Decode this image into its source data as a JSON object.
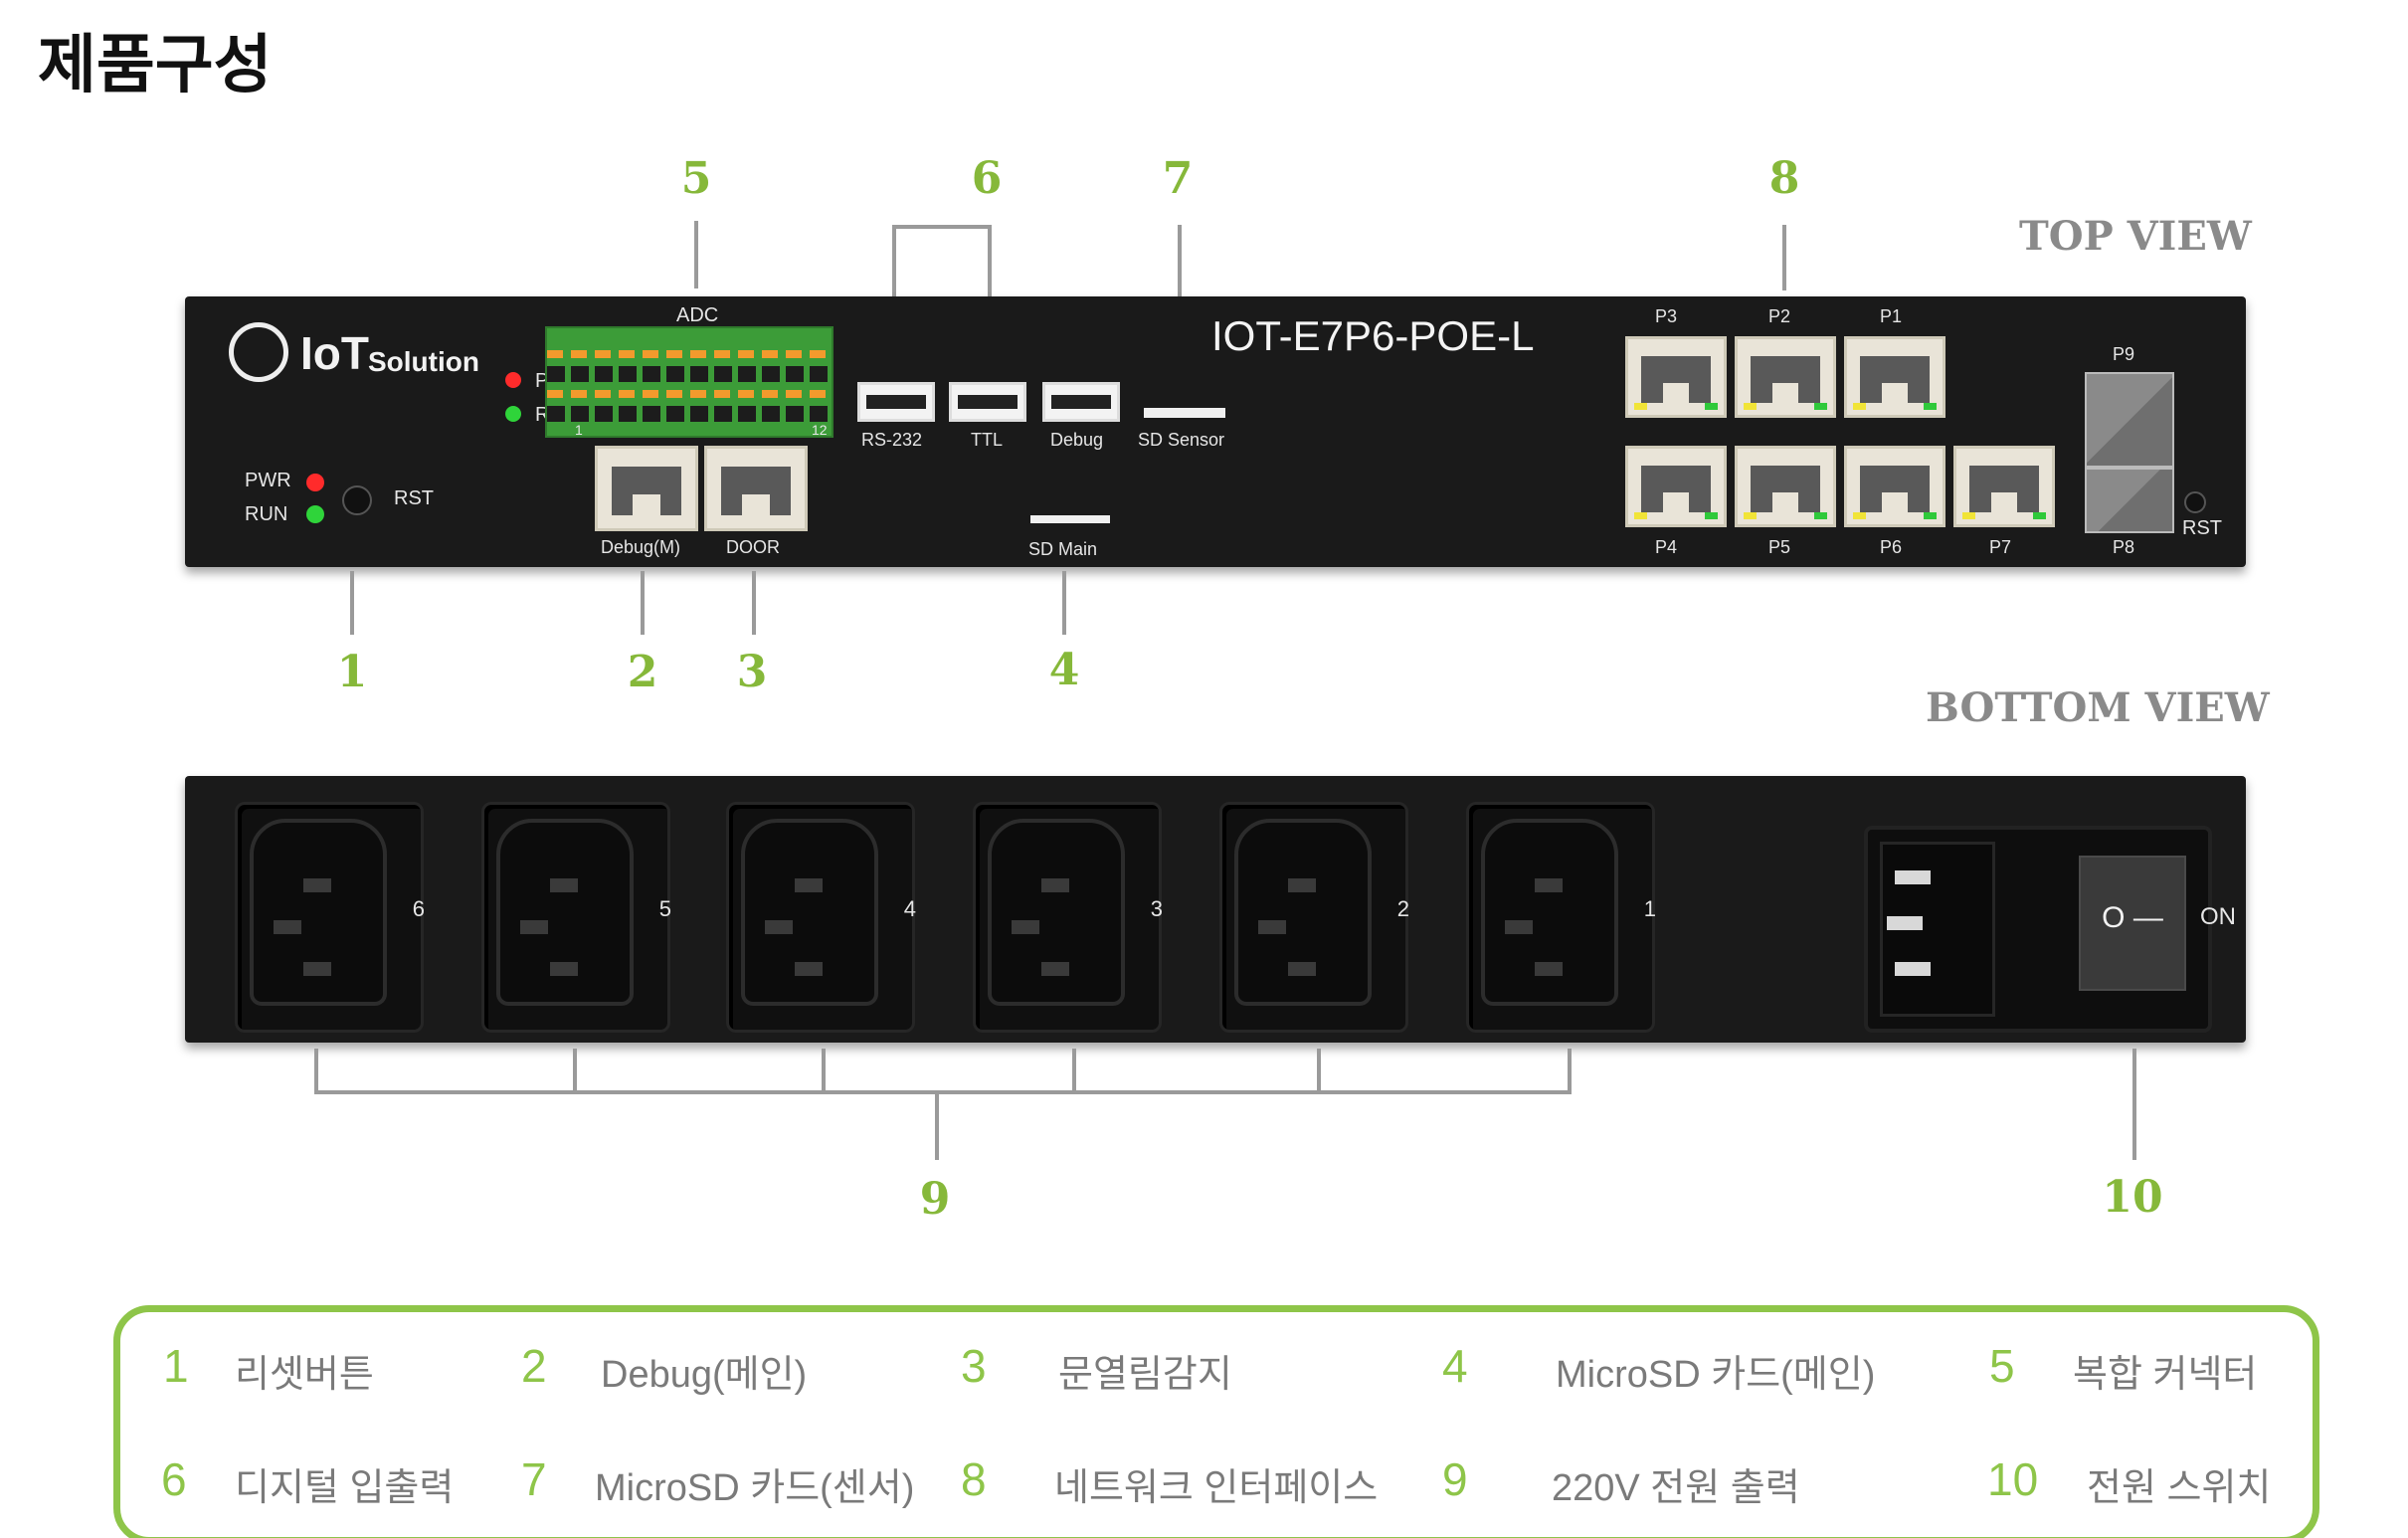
{
  "page_title": "제품구성",
  "views": {
    "top": "TOP VIEW",
    "bottom": "BOTTOM VIEW"
  },
  "colors": {
    "accent_green": "#86b83a",
    "panel": "#1a1a1a",
    "legend_border": "#8ec549"
  },
  "callouts": [
    "1",
    "2",
    "3",
    "4",
    "5",
    "6",
    "7",
    "8",
    "9",
    "10"
  ],
  "top_panel": {
    "brand_logo": "IoT",
    "brand_sub": "Solution",
    "model": "IOT-E7P6-POE-L",
    "led_pwr": "PWR",
    "led_run": "RUN",
    "rst_left": "RST",
    "rst_right": "RST",
    "adc": "ADC",
    "adc_left_num": "1",
    "adc_right_num": "12",
    "led_p": "P",
    "led_r": "R",
    "rs232": "RS-232",
    "ttl": "TTL",
    "debug": "Debug",
    "sd_sensor": "SD Sensor",
    "debug_m": "Debug(M)",
    "door": "DOOR",
    "sd_main": "SD Main",
    "ports_top": [
      "P3",
      "P2",
      "P1"
    ],
    "ports_bottom": [
      "P4",
      "P5",
      "P6",
      "P7"
    ],
    "sfp_top": "P9",
    "sfp_bottom": "P8"
  },
  "bottom_panel": {
    "outlets": [
      "6",
      "5",
      "4",
      "3",
      "2",
      "1"
    ],
    "switch_symbol": "O —",
    "switch_on": "ON"
  },
  "legend": [
    {
      "num": "1",
      "text": "리셋버튼"
    },
    {
      "num": "2",
      "text": "Debug(메인)"
    },
    {
      "num": "3",
      "text": "문열림감지"
    },
    {
      "num": "4",
      "text": "MicroSD 카드(메인)"
    },
    {
      "num": "5",
      "text": "복합 커넥터"
    },
    {
      "num": "6",
      "text": "디지털 입출력"
    },
    {
      "num": "7",
      "text": "MicroSD 카드(센서)"
    },
    {
      "num": "8",
      "text": "네트워크 인터페이스"
    },
    {
      "num": "9",
      "text": "220V 전원 출력"
    },
    {
      "num": "10",
      "text": "전원 스위치"
    }
  ]
}
